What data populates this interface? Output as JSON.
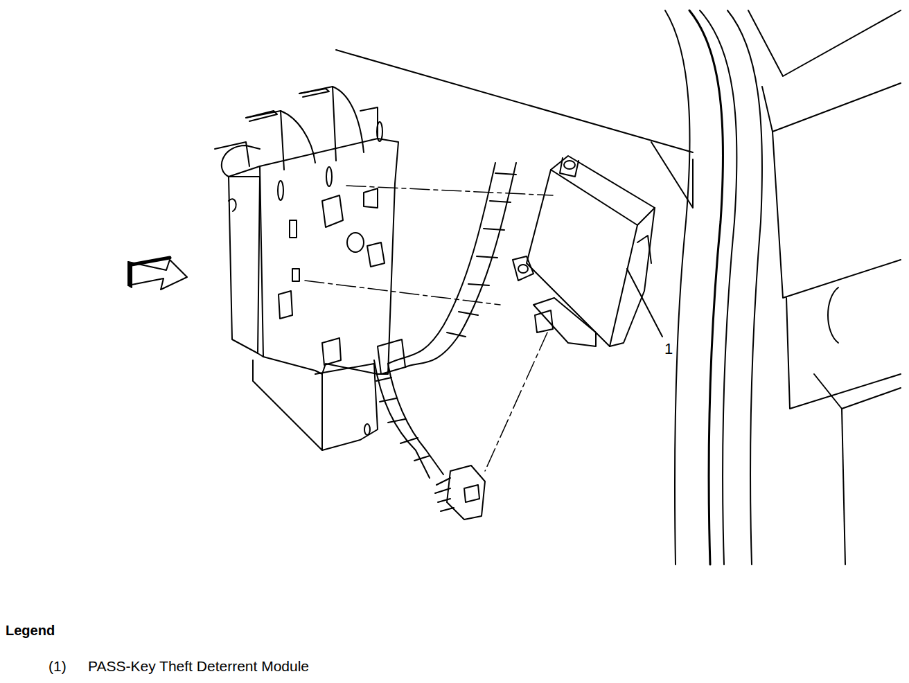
{
  "diagram": {
    "labels": [
      "1",
      "Legend",
      "(1)"
    ],
    "legend": [
      {
        "text": "PASS-Key Theft Deterrent Module"
      }
    ]
  }
}
